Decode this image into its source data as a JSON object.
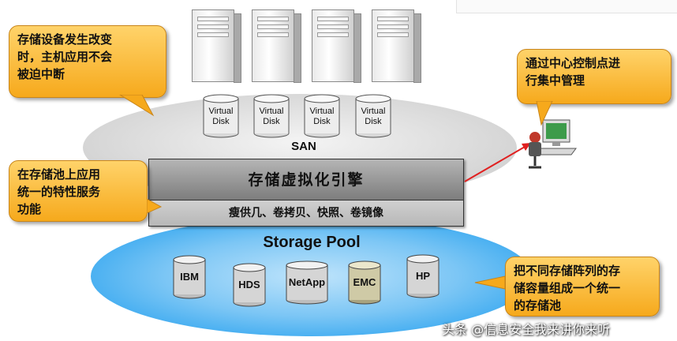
{
  "callouts": {
    "top_left": [
      "存储设备发生改变",
      "时，主机应用不会",
      "被迫中断"
    ],
    "mid_left": [
      "在存储池上应用",
      "统一的特性服务",
      "功能"
    ],
    "top_right": [
      "通过中心控制点进",
      "行集中管理"
    ],
    "bottom_right": [
      "把不同存储阵列的存",
      "储容量组成一个统一",
      "的存储池"
    ]
  },
  "virtual_disks": [
    "Virtual\nDisk",
    "Virtual\nDisk",
    "Virtual\nDisk",
    "Virtual\nDisk"
  ],
  "san_label": "SAN",
  "engine": {
    "title": "存储虚拟化引擎",
    "features": "瘦供几、卷拷贝、快照、卷镜像"
  },
  "pool": {
    "title": "Storage Pool",
    "vendors": [
      "IBM",
      "HDS",
      "NetApp",
      "EMC",
      "HP"
    ]
  },
  "watermark": "头条 @信息安全我来讲你来听",
  "colors": {
    "callout_fill": "#f6a91c",
    "pool_blue": "#2ea4ef",
    "san_gray": "#d9d9d9",
    "engine_gray": "#8c8c8c",
    "arrow_red": "#e02020"
  }
}
